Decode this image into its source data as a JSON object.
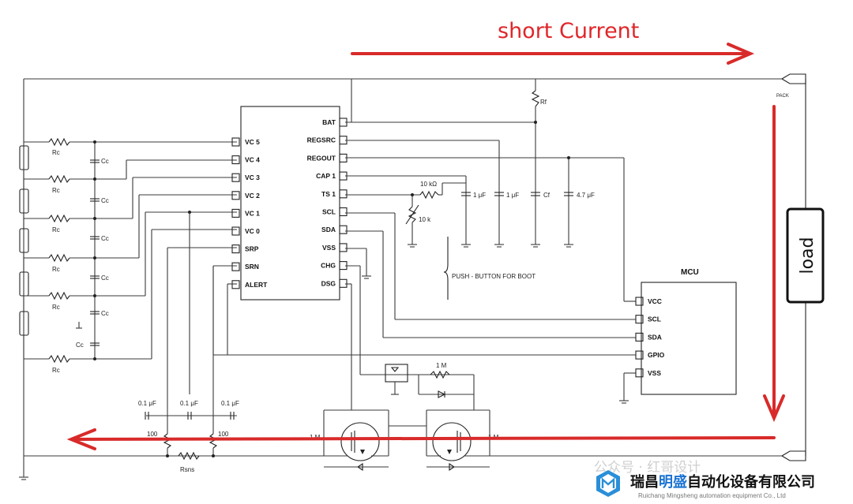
{
  "annotation": {
    "short_label": "short Current",
    "load_label": "load"
  },
  "ic": {
    "left_pins": [
      "VC 5",
      "VC 4",
      "VC 3",
      "VC 2",
      "VC 1",
      "VC 0",
      "SRP",
      "SRN",
      "ALERT"
    ],
    "right_pins": [
      "BAT",
      "REGSRC",
      "REGOUT",
      "CAP 1",
      "TS 1",
      "SCL",
      "SDA",
      "VSS",
      "CHG",
      "DSG"
    ]
  },
  "mcu": {
    "title": "MCU",
    "pins": [
      "VCC",
      "SCL",
      "SDA",
      "GPIO",
      "VSS"
    ]
  },
  "components": {
    "rc": "Rc",
    "cc": "Cc",
    "rf": "Rf",
    "pack": "PACK",
    "r10k": "10 kΩ",
    "therm": "10 k",
    "cap1": "1 μF",
    "cap2": "1 μF",
    "cf": "Cf",
    "cap47": "4.7 μF",
    "push": "PUSH - BUTTON FOR BOOT",
    "c01a": "0.1 μF",
    "c01b": "0.1 μF",
    "c01c": "0.1 μF",
    "r100a": "100",
    "r100b": "100",
    "rsns": "Rsns",
    "r1m": "1 M",
    "r1m_left": "1 M",
    "r1m_right": "1 M"
  },
  "watermark": {
    "text": "公众号 · 红哥设计"
  },
  "brand": {
    "cn_a": "瑞昌",
    "cn_b": "明盛",
    "cn_c": "自动化设备有限公司",
    "en": "Ruichang Mingsheng automation equipment Co., Ltd",
    "accent": "#1a73d1",
    "icon": "hexagon-m-logo-icon"
  }
}
